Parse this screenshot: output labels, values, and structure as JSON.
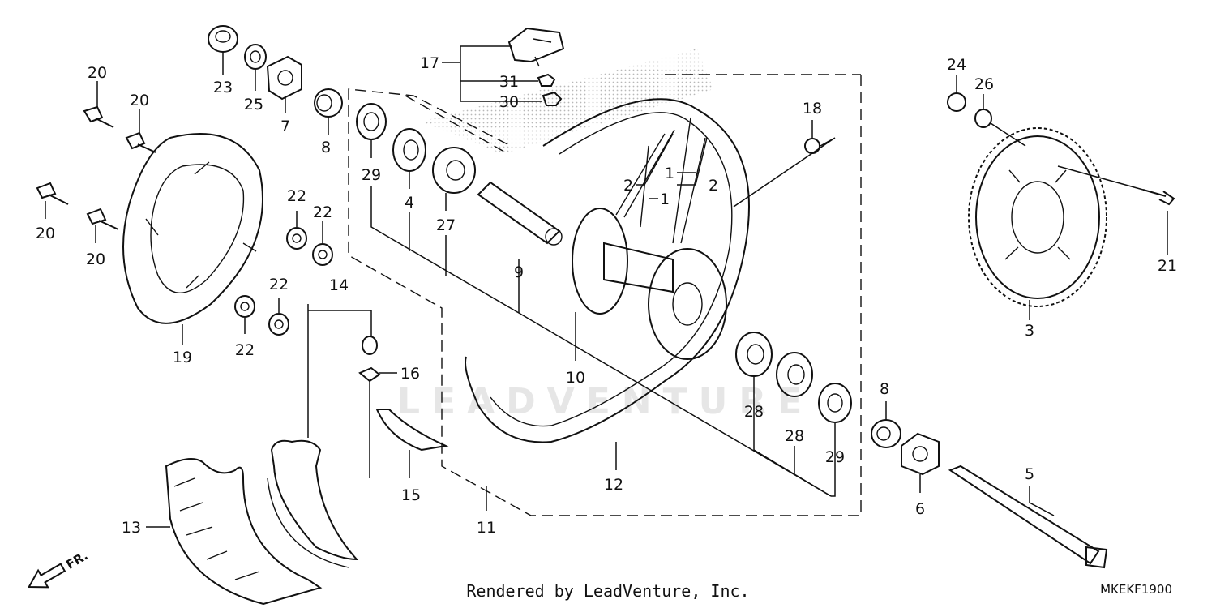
{
  "watermark": "LEADVENTURE",
  "footer_text": "Rendered by LeadVenture, Inc.",
  "diagram_code": "MKEKF1900",
  "direction_label": "FR.",
  "callouts": {
    "l17": "17",
    "l31": "31",
    "l30": "30",
    "l23": "23",
    "l25": "25",
    "l7": "7",
    "l8a": "8",
    "l20a": "20",
    "l20b": "20",
    "l20c": "20",
    "l20d": "20",
    "l22a": "22",
    "l22b": "22",
    "l22c": "22",
    "l22d": "22",
    "l19": "19",
    "l14": "14",
    "l16": "16",
    "l15": "15",
    "l13": "13",
    "l29a": "29",
    "l4": "4",
    "l27": "27",
    "l9": "9",
    "l10": "10",
    "l2a": "2",
    "l1a": "1",
    "l1b": "1",
    "l2b": "2",
    "l18": "18",
    "l12": "12",
    "l11": "11",
    "l28a": "28",
    "l28b": "28",
    "l29b": "29",
    "l24": "24",
    "l26": "26",
    "l21": "21",
    "l3": "3",
    "l8b": "8",
    "l6": "6",
    "l5": "5"
  }
}
